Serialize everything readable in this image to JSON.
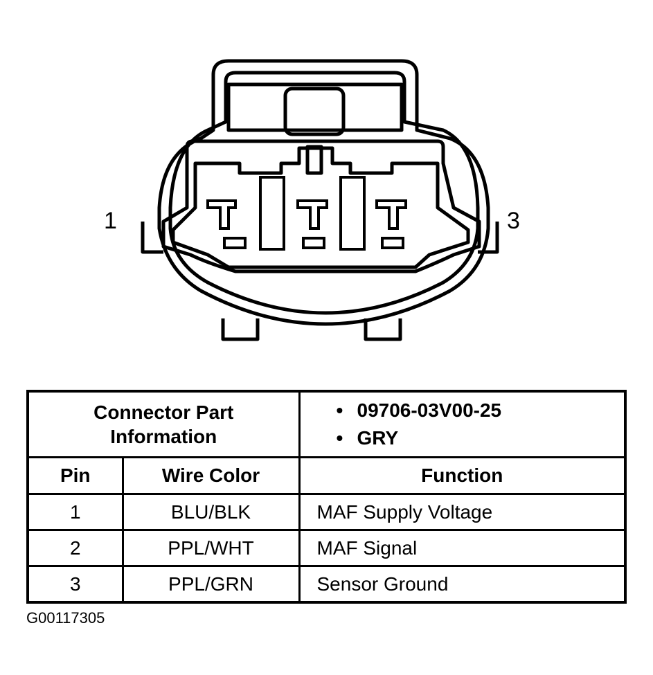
{
  "diagram": {
    "pin_left_label": "1",
    "pin_right_label": "3"
  },
  "table": {
    "part_info_title_line1": "Connector Part",
    "part_info_title_line2": "Information",
    "part_info_values": [
      "09706-03V00-25",
      "GRY"
    ],
    "headers": {
      "pin": "Pin",
      "wire_color": "Wire Color",
      "function": "Function"
    },
    "rows": [
      {
        "pin": "1",
        "wire_color": "BLU/BLK",
        "function": "MAF Supply Voltage"
      },
      {
        "pin": "2",
        "wire_color": "PPL/WHT",
        "function": "MAF Signal"
      },
      {
        "pin": "3",
        "wire_color": "PPL/GRN",
        "function": "Sensor Ground"
      }
    ]
  },
  "figure_id": "G00117305"
}
